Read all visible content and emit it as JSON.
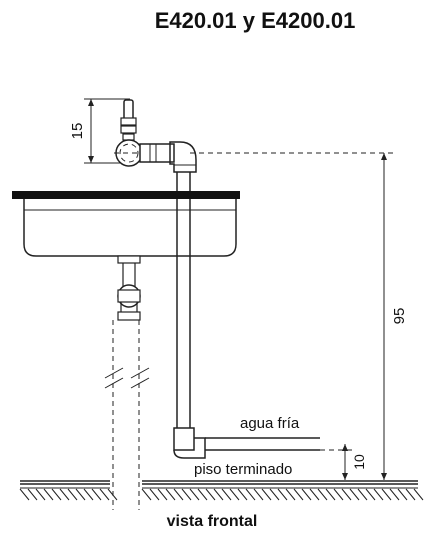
{
  "title": "E420.01 y E4200.01",
  "caption": "vista frontal",
  "labels": {
    "water_inlet": "agua fría",
    "floor": "piso terminado"
  },
  "dimensions": {
    "faucet_height": "15",
    "inlet_height": "95",
    "floor_offset": "10"
  }
}
